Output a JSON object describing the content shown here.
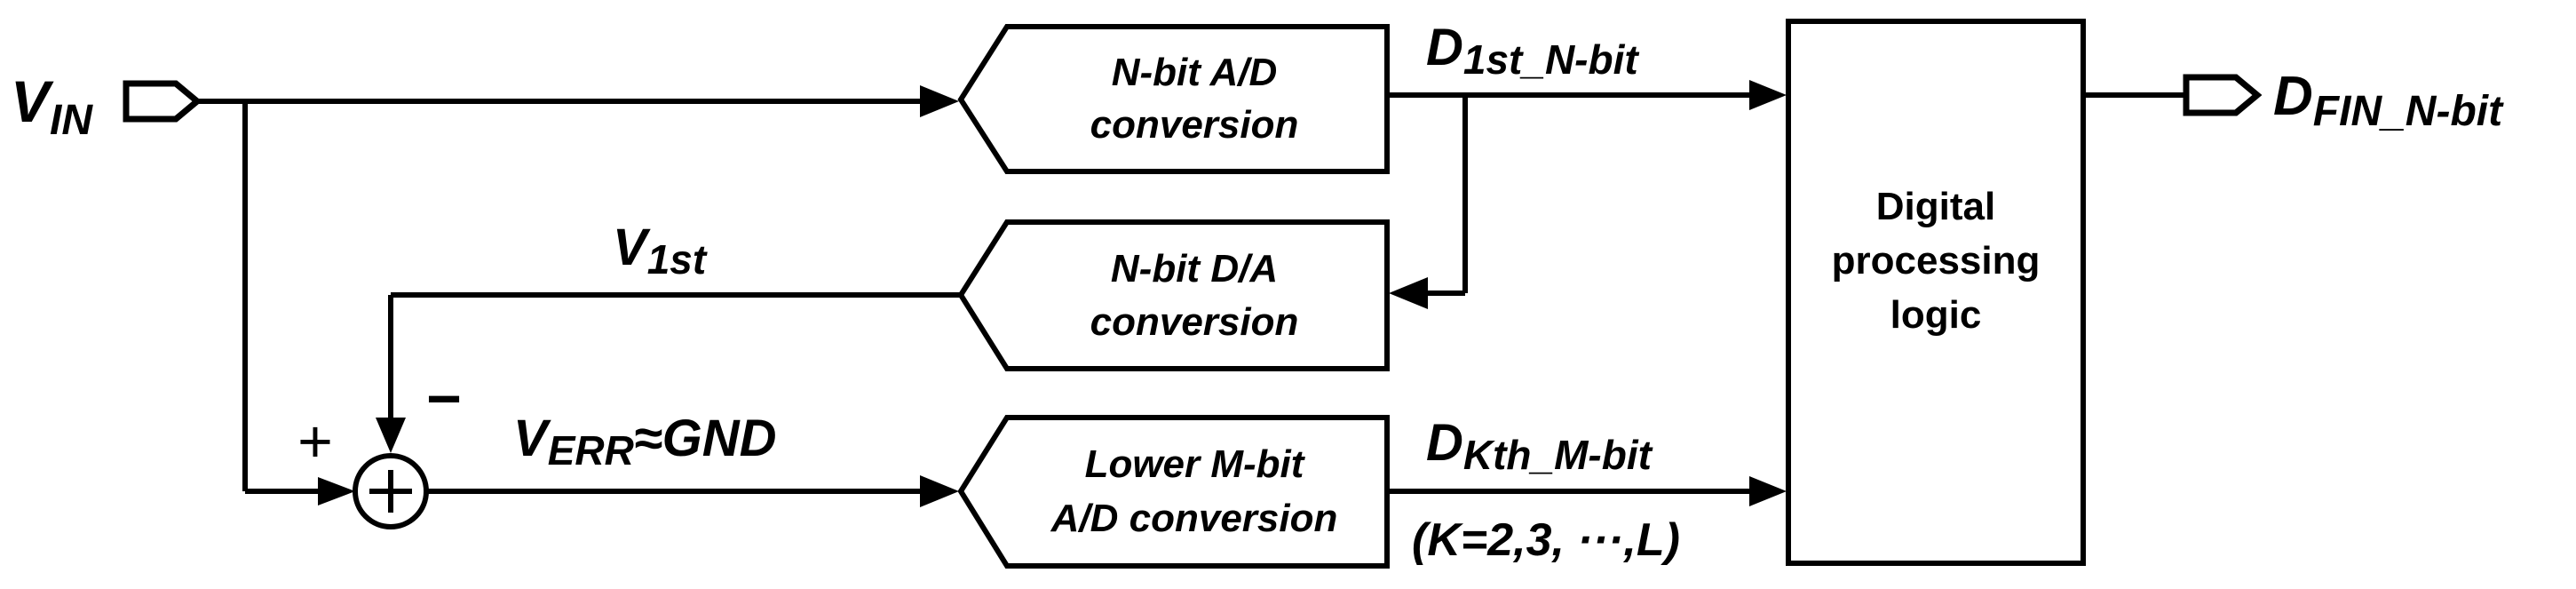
{
  "signals": {
    "vin": {
      "main": "V",
      "sub": "IN"
    },
    "d1st": {
      "main": "D",
      "sub": "1st_N-bit"
    },
    "v1st": {
      "main": "V",
      "sub": "1st"
    },
    "verr": {
      "main": "V",
      "sub": "ERR",
      "suffix": "≈GND"
    },
    "dkth": {
      "main": "D",
      "sub": "Kth_M-bit"
    },
    "k_range": "(K=2,3, ···,L)",
    "dfin": {
      "main": "D",
      "sub": "FIN_N-bit"
    }
  },
  "blocks": {
    "adc1": {
      "line1": "N-bit A/D",
      "line2": "conversion"
    },
    "dac": {
      "line1": "N-bit D/A",
      "line2": "conversion"
    },
    "adc2": {
      "line1": "Lower M-bit",
      "line2": "A/D conversion"
    },
    "dsp": {
      "line1": "Digital",
      "line2": "processing",
      "line3": "logic"
    }
  },
  "summer": {
    "plus": "+",
    "minus": "−"
  }
}
